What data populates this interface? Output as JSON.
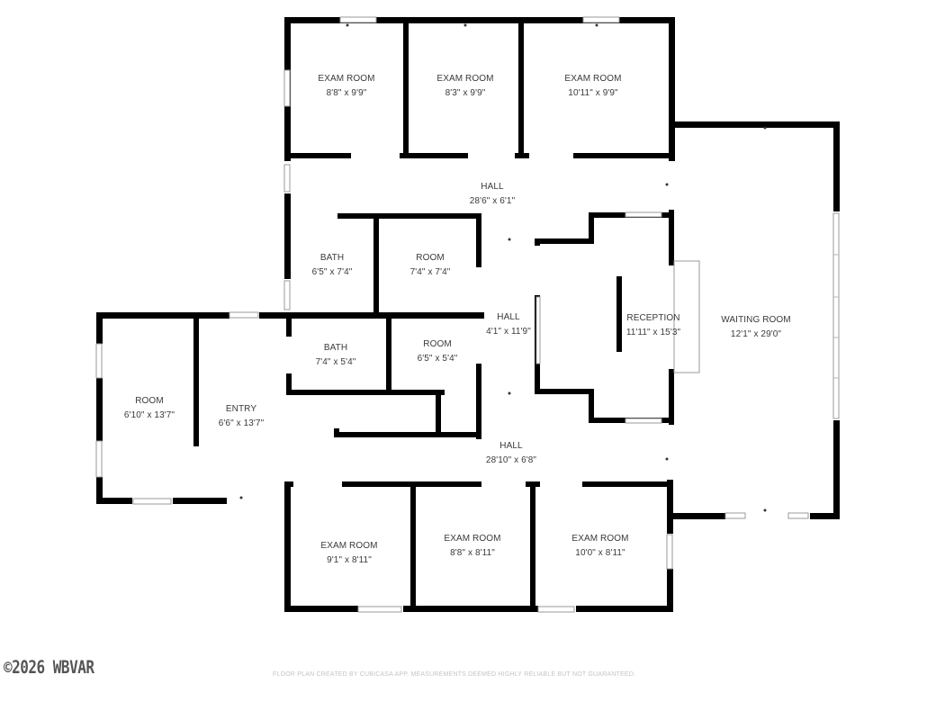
{
  "floor_plan": {
    "rooms": [
      {
        "id": "exam-1",
        "name": "EXAM ROOM",
        "dims": "8'8\" x 9'9\""
      },
      {
        "id": "exam-2",
        "name": "EXAM ROOM",
        "dims": "8'3\" x 9'9\""
      },
      {
        "id": "exam-3",
        "name": "EXAM ROOM",
        "dims": "10'11\" x 9'9\""
      },
      {
        "id": "hall-top",
        "name": "HALL",
        "dims": "28'6\" x 6'1\""
      },
      {
        "id": "bath-1",
        "name": "BATH",
        "dims": "6'5\" x 7'4\""
      },
      {
        "id": "room-1",
        "name": "ROOM",
        "dims": "7'4\" x 7'4\""
      },
      {
        "id": "hall-mid",
        "name": "HALL",
        "dims": "4'1\" x 11'9\""
      },
      {
        "id": "reception",
        "name": "RECEPTION",
        "dims": "11'11\" x 15'3\""
      },
      {
        "id": "waiting",
        "name": "WAITING ROOM",
        "dims": "12'1\" x 29'0\""
      },
      {
        "id": "bath-2",
        "name": "BATH",
        "dims": "7'4\" x 5'4\""
      },
      {
        "id": "room-2",
        "name": "ROOM",
        "dims": "6'5\" x 5'4\""
      },
      {
        "id": "room-3",
        "name": "ROOM",
        "dims": "6'10\" x 13'7\""
      },
      {
        "id": "entry",
        "name": "ENTRY",
        "dims": "6'6\" x 13'7\""
      },
      {
        "id": "hall-bottom",
        "name": "HALL",
        "dims": "28'10\" x 6'8\""
      },
      {
        "id": "exam-4",
        "name": "EXAM ROOM",
        "dims": "9'1\" x 8'11\""
      },
      {
        "id": "exam-5",
        "name": "EXAM ROOM",
        "dims": "8'8\" x 8'11\""
      },
      {
        "id": "exam-6",
        "name": "EXAM ROOM",
        "dims": "10'0\" x 8'11\""
      }
    ]
  },
  "footer": {
    "watermark": "©2026 WBVAR",
    "credit": "FLOOR PLAN CREATED BY CUBICASA APP. MEASUREMENTS DEEMED HIGHLY RELIABLE BUT NOT GUARANTEED."
  },
  "colors": {
    "wall": "#000000",
    "label": "#3a3a3a",
    "background": "#ffffff"
  }
}
